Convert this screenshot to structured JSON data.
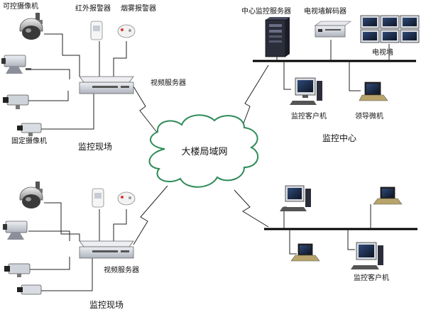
{
  "site_top": {
    "label": "监控现场",
    "camera_dome_label": "可控摄像机",
    "infrared_label": "红外报警器",
    "smoke_label": "烟雾报警器",
    "video_server_label": "视频服务器",
    "fixed_camera_label": "固定摄像机"
  },
  "site_bottom": {
    "label": "监控现场",
    "video_server_label": "视频服务器"
  },
  "network": {
    "cloud_label": "大楼局域网"
  },
  "center": {
    "label": "监控中心",
    "server_label": "中心监控服务器",
    "decoder_label": "电视墙解码器",
    "tv_wall_label": "电视墙",
    "client_label": "监控客户机",
    "laptop_label": "领导微机"
  },
  "remote": {
    "client_label": "监控客户机"
  },
  "colors": {
    "cloud_stroke": "#2e8b57",
    "monitor_screen": "#1a2a44",
    "device_body": "#c9cdd6",
    "server_body": "#2b2d3a"
  }
}
